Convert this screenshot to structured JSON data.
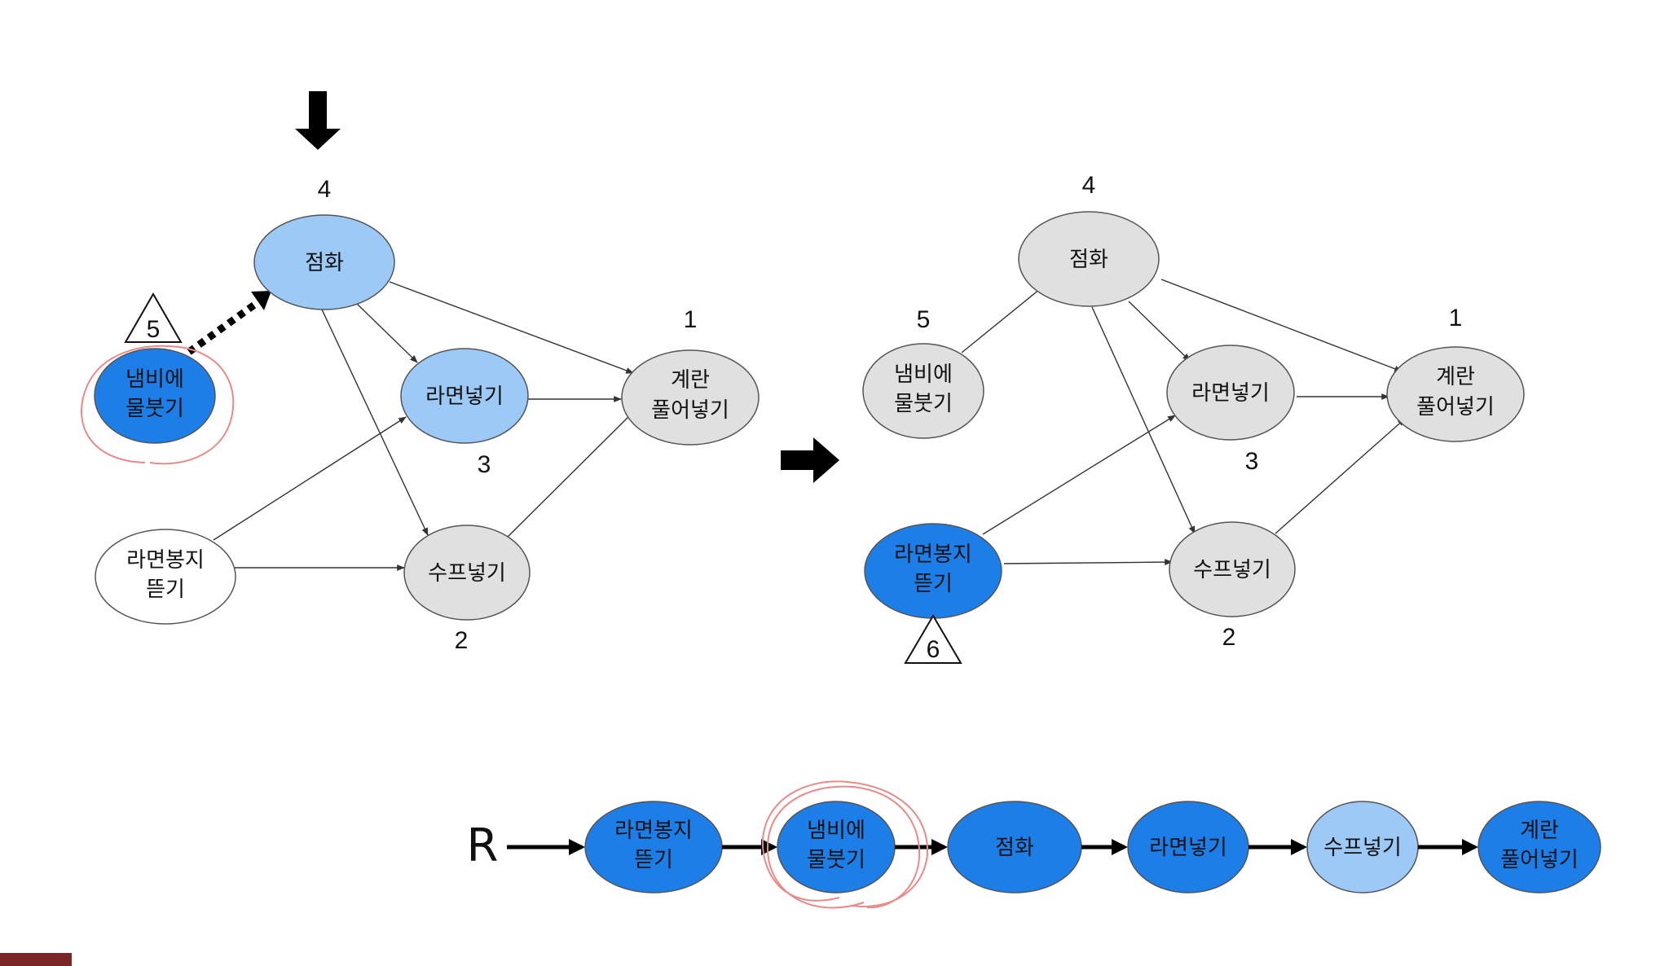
{
  "colors": {
    "visited": "#1c7ee6",
    "frontier": "#9cc9f5",
    "unvisited": "#e0e0e0",
    "empty": "#ffffff",
    "annotation": "#e88a8a"
  },
  "nodes": {
    "fire": "점화",
    "egg_line1": "계란",
    "egg_line2": "풀어넣기",
    "ramen": "라면넣기",
    "soup": "수프넣기",
    "pot_line1": "냄비에",
    "pot_line2": "물붓기",
    "open_line1": "라면봉지",
    "open_line2": "뜯기"
  },
  "left_graph": {
    "ranks": {
      "fire": "4",
      "egg": "1",
      "ramen": "3",
      "soup": "2",
      "pot": "5"
    }
  },
  "right_graph": {
    "ranks": {
      "fire": "4",
      "egg": "1",
      "ramen": "3",
      "soup": "2",
      "pot": "5",
      "open": "6"
    }
  },
  "result_sequence": {
    "label": "R",
    "items": [
      {
        "line1": "라면봉지",
        "line2": "뜯기",
        "state": "visited"
      },
      {
        "line1": "냄비에",
        "line2": "물붓기",
        "state": "visited"
      },
      {
        "line1": "점화",
        "line2": "",
        "state": "visited"
      },
      {
        "line1": "라면넣기",
        "line2": "",
        "state": "visited"
      },
      {
        "line1": "수프넣기",
        "line2": "",
        "state": "frontier"
      },
      {
        "line1": "계란",
        "line2": "풀어넣기",
        "state": "visited"
      }
    ]
  }
}
